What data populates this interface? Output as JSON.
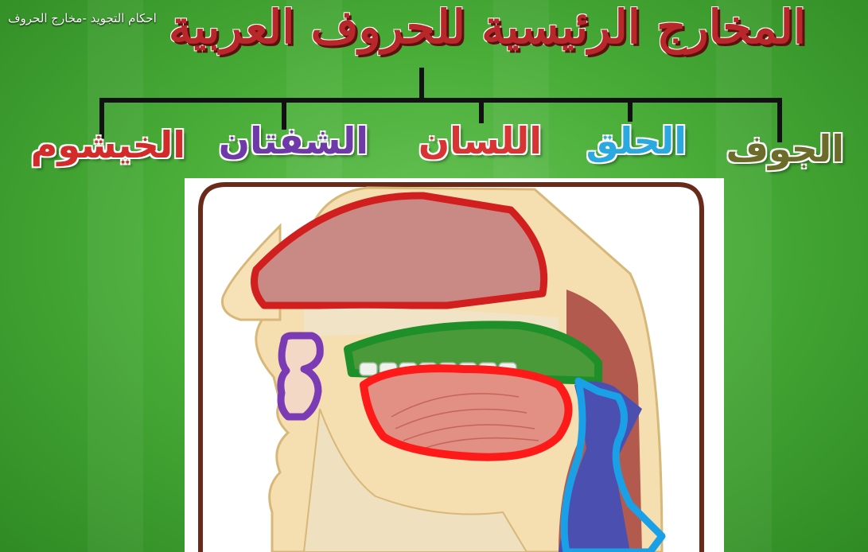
{
  "video": {
    "title": "احكام التجويد -مخارج الحروف"
  },
  "diagram": {
    "title": "المخارج الرئيسية للحروف العربية",
    "branches": [
      {
        "label": "الجوف",
        "color": "#6b6b2a"
      },
      {
        "label": "الحلق",
        "color": "#2aa9e0"
      },
      {
        "label": "اللسان",
        "color": "#d93434"
      },
      {
        "label": "الشفتان",
        "color": "#6e3aa8"
      },
      {
        "label": "الخيشوم",
        "color": "#d32a2a"
      }
    ],
    "highlight_colors": {
      "nasal_cavity": "#d11f1f",
      "palate": "#1f8f2a",
      "tongue": "#ff1a1a",
      "lips": "#7b3bb5",
      "throat": "#1aa0e6"
    }
  }
}
